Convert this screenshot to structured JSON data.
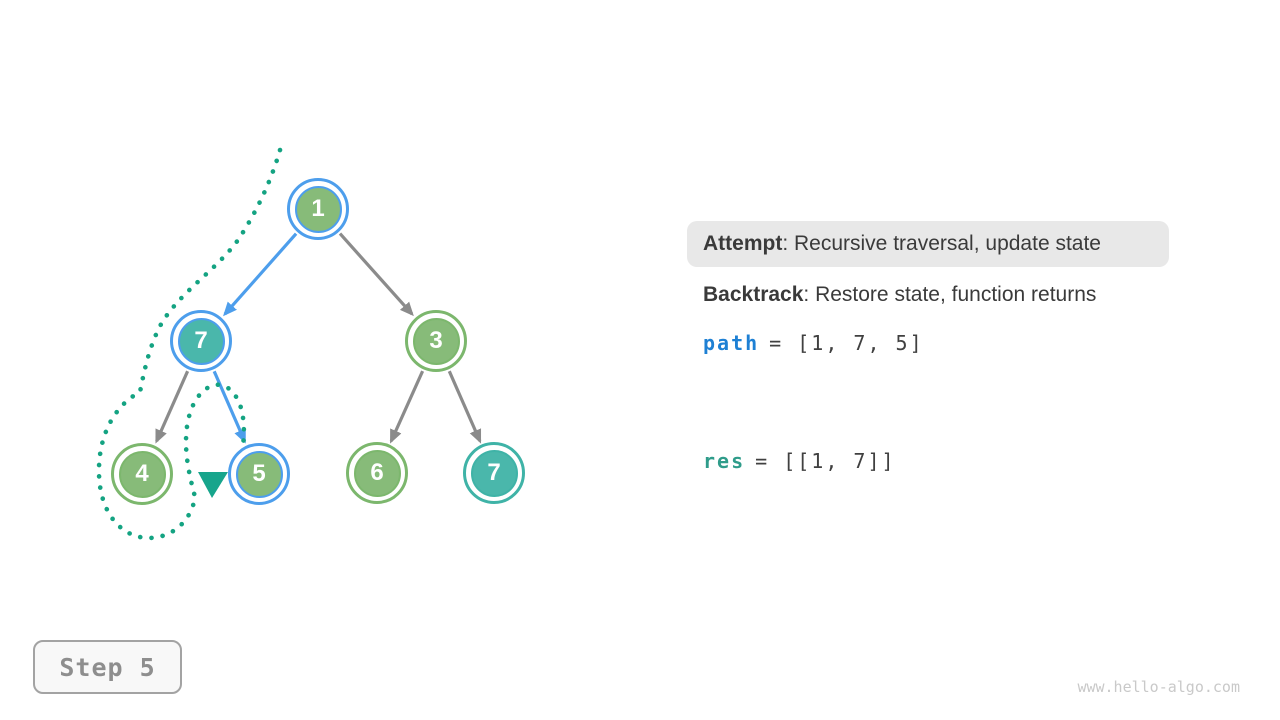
{
  "legend": {
    "attempt": {
      "label": "Attempt",
      "text": ": Recursive traversal, update state"
    },
    "backtrack": {
      "label": "Backtrack",
      "text": ": Restore state, function returns"
    }
  },
  "variables": {
    "path": {
      "name": "path",
      "value": "= [1, 7, 5]"
    },
    "res": {
      "name": "res",
      "value": "= [[1, 7]]"
    }
  },
  "tree": {
    "nodes": [
      {
        "value": "1",
        "fill": "green",
        "ring": "blue"
      },
      {
        "value": "7",
        "fill": "teal",
        "ring": "blue"
      },
      {
        "value": "3",
        "fill": "green",
        "ring": "green"
      },
      {
        "value": "4",
        "fill": "green",
        "ring": "green"
      },
      {
        "value": "5",
        "fill": "green",
        "ring": "blue"
      },
      {
        "value": "6",
        "fill": "green",
        "ring": "green"
      },
      {
        "value": "7",
        "fill": "teal",
        "ring": "teal"
      }
    ],
    "edges": [
      {
        "from": "1",
        "to": "7",
        "style": "blue"
      },
      {
        "from": "1",
        "to": "3",
        "style": "gray"
      },
      {
        "from": "7",
        "to": "4",
        "style": "gray"
      },
      {
        "from": "7",
        "to": "5",
        "style": "blue"
      },
      {
        "from": "3",
        "to": "6",
        "style": "gray"
      },
      {
        "from": "3",
        "to": "7",
        "style": "gray"
      }
    ],
    "trail": {
      "description": "dotted traversal trail ending in arrowhead between nodes 4 and 5"
    }
  },
  "step": {
    "label": "Step 5"
  },
  "watermark": "www.hello-algo.com",
  "colors": {
    "node_fill_green": "#87BB79",
    "node_fill_teal": "#4AB7AB",
    "ring_blue": "#4D9EEC",
    "ring_green": "#7CB76D",
    "ring_teal": "#3FB3A7",
    "edge_gray": "#8B8B8B",
    "edge_blue": "#4D9EEC",
    "trail_teal": "#14A382",
    "keyword_blue": "#1E80D4",
    "keyword_teal": "#2F9C8A",
    "highlight_bg": "#E8E8E8"
  }
}
